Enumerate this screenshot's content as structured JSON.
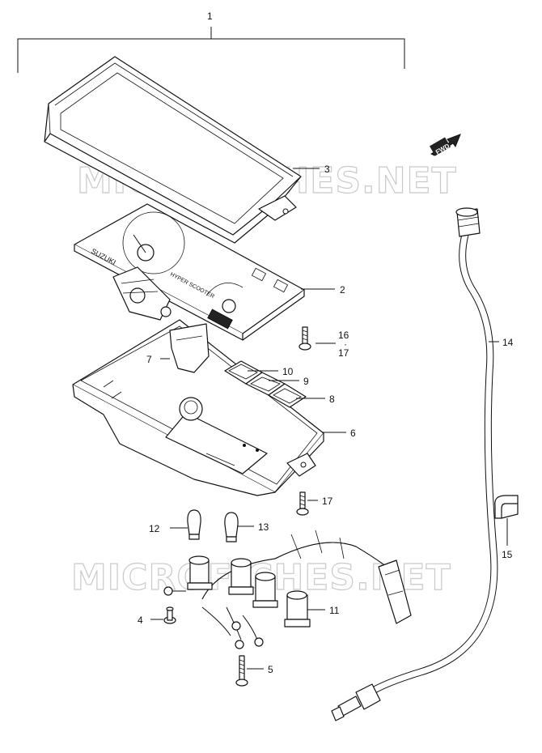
{
  "watermark": {
    "text": "MICROFICHES.NET"
  },
  "fwd_badge": {
    "text": "FWD"
  },
  "panel": {
    "brand": "SUZUKI",
    "model": "HYPER SCOOTER"
  },
  "callouts": [
    {
      "id": "c1",
      "label": "1"
    },
    {
      "id": "c2",
      "label": "2"
    },
    {
      "id": "c3",
      "label": "3"
    },
    {
      "id": "c4",
      "label": "4"
    },
    {
      "id": "c5",
      "label": "5"
    },
    {
      "id": "c6",
      "label": "6"
    },
    {
      "id": "c7",
      "label": "7"
    },
    {
      "id": "c8",
      "label": "8"
    },
    {
      "id": "c9",
      "label": "9"
    },
    {
      "id": "c10",
      "label": "10"
    },
    {
      "id": "c11",
      "label": "11"
    },
    {
      "id": "c12",
      "label": "12"
    },
    {
      "id": "c13",
      "label": "13"
    },
    {
      "id": "c14",
      "label": "14"
    },
    {
      "id": "c15",
      "label": "15"
    },
    {
      "id": "c16",
      "label": "16"
    },
    {
      "id": "c16dot",
      "label": "·"
    },
    {
      "id": "c17a",
      "label": "17"
    },
    {
      "id": "c17b",
      "label": "17"
    }
  ]
}
